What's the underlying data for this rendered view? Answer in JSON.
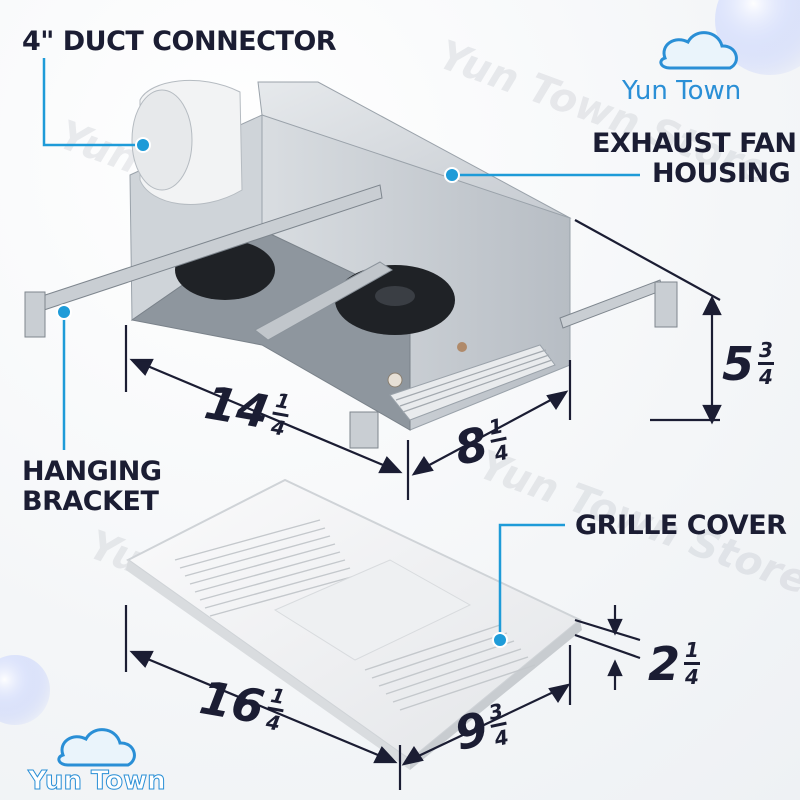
{
  "callouts": {
    "duct": "4\" DUCT CONNECTOR",
    "housing_line1": "EXHAUST FAN",
    "housing_line2": "HOUSING",
    "bracket_line1": "HANGING",
    "bracket_line2": "BRACKET",
    "grille": "GRILLE COVER"
  },
  "dimensions": {
    "housing_length": {
      "whole": "14",
      "num": "1",
      "den": "4"
    },
    "housing_width": {
      "whole": "8",
      "num": "1",
      "den": "4"
    },
    "housing_height": {
      "whole": "5",
      "num": "3",
      "den": "4"
    },
    "grille_length": {
      "whole": "16",
      "num": "1",
      "den": "4"
    },
    "grille_width": {
      "whole": "9",
      "num": "3",
      "den": "4"
    },
    "grille_height": {
      "whole": "2",
      "num": "1",
      "den": "4"
    }
  },
  "brand": {
    "name_top": "Yun Town",
    "name_bottom": "Yun Town",
    "watermark_1": "Yun Town Store",
    "watermark_2": "Yun Town Store",
    "watermark_3": "Yun Town Store",
    "watermark_4": "Yun Town Store",
    "watermark_5": "Yun Town Store"
  },
  "colors": {
    "accent": "#1e9bd8",
    "text": "#1b1d33",
    "metal": "#c9ced4",
    "grille": "#f3f4f5"
  }
}
